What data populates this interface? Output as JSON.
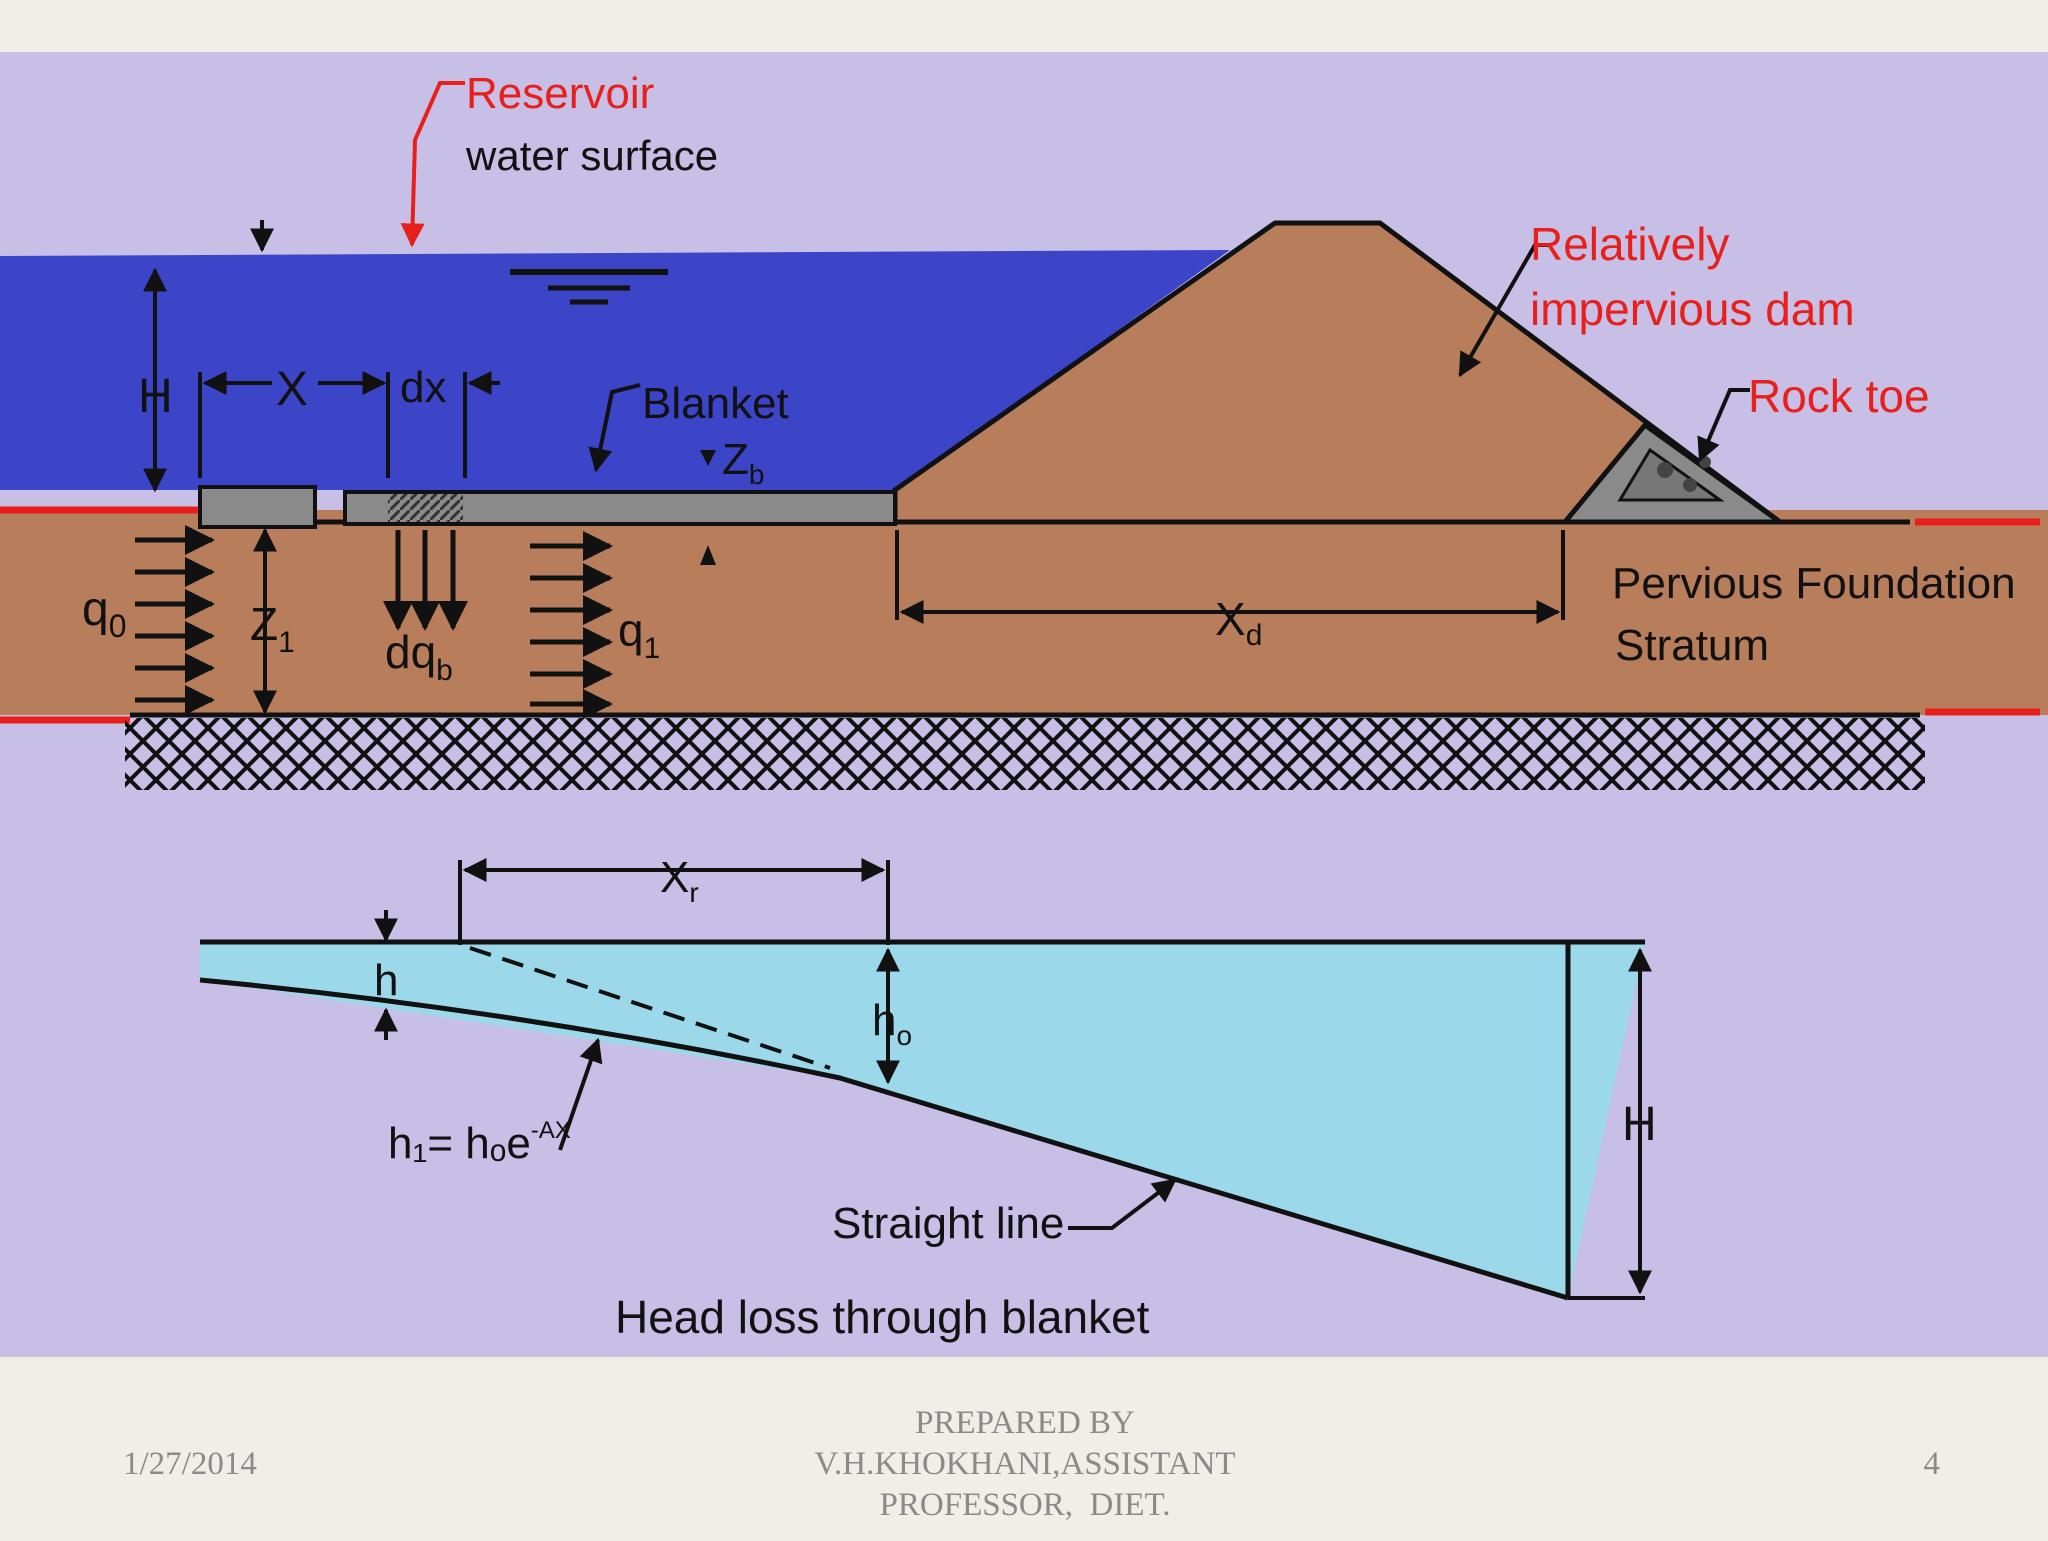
{
  "labels": {
    "reservoir": "Reservoir",
    "water_surface": "water surface",
    "relatively": "Relatively",
    "impervious_dam": "impervious dam",
    "rock_toe": "Rock toe",
    "blanket": "Blanket",
    "zb_main": "Z",
    "zb_sub": "b",
    "h_top": "H",
    "x_label": "X",
    "dx_label": "dx",
    "q0_main": "q",
    "q0_sub": "0",
    "z1_main": "Z",
    "z1_sub": "1",
    "dqb_main": "dq",
    "dqb_sub": "b",
    "q1_main": "q",
    "q1_sub": "1",
    "xd_main": "X",
    "xd_sub": "d",
    "pervious": "Pervious Foundation",
    "stratum": "Stratum",
    "xr_main": "X",
    "xr_sub": "r",
    "h_small": "h",
    "h0_main": "h",
    "h0_sub": "o",
    "h_right": "H",
    "formula": "h₁= hₒe",
    "formula_exp": "-AX",
    "straight_line": "Straight line",
    "caption": "Head loss through blanket"
  },
  "colors": {
    "slide_bg": "#c8bfe6",
    "water": "#3c45c8",
    "soil": "#b87d5b",
    "blanket": "#8a8a8a",
    "head_fill": "#9ad8ea",
    "red_label": "#e8201c"
  },
  "footer": {
    "date": "1/27/2014",
    "credit_line1": "PREPARED BY",
    "credit_line2": "V.H.KHOKHANI,ASSISTANT",
    "credit_line3": "PROFESSOR,  DIET.",
    "page": "4"
  }
}
